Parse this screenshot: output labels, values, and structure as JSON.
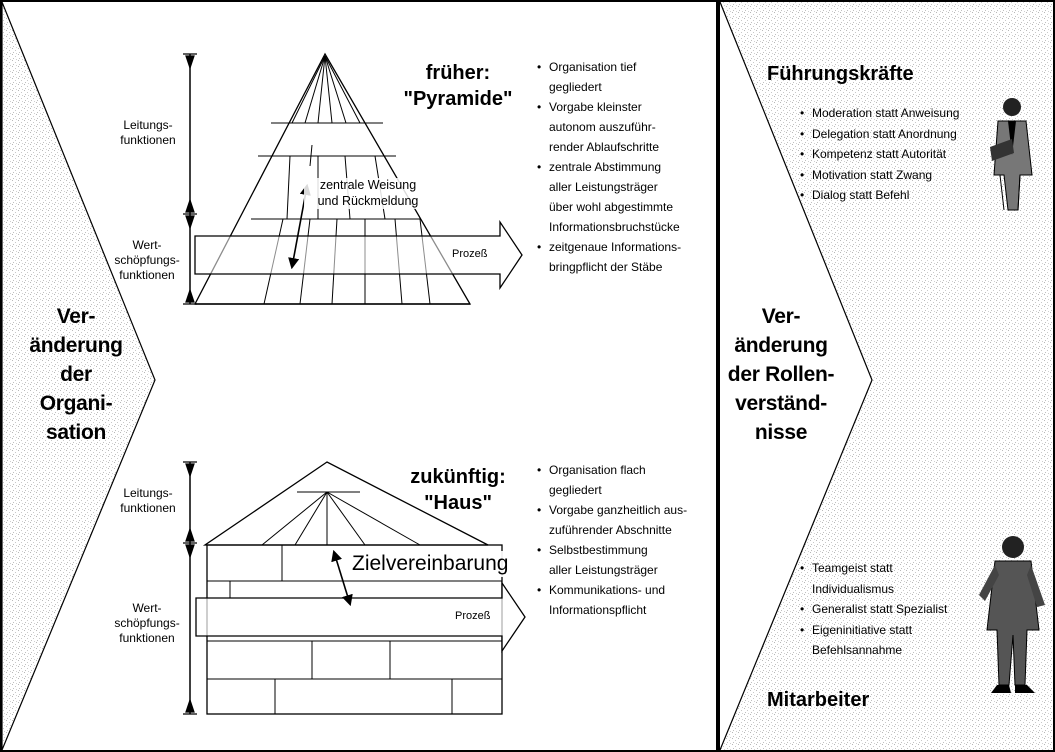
{
  "left_panel": {
    "main_label": [
      "Ver-",
      "änderung",
      "der",
      "Organi-",
      "sation"
    ],
    "pyramid": {
      "title_lines": [
        "früher:",
        "\"Pyramide\""
      ],
      "leitung_label": [
        "Leitungs-",
        "funktionen"
      ],
      "wert_label": [
        "Wert-",
        "schöpfungs-",
        "funktionen"
      ],
      "center_annotation": [
        "zentrale Weisung",
        "und Rückmeldung"
      ],
      "process_label": "Prozeß",
      "bullets": [
        [
          "Organisation tief",
          "gegliedert"
        ],
        [
          "Vorgabe kleinster",
          "autonom auszuführ-",
          "render Ablaufschritte"
        ],
        [
          "zentrale Abstimmung",
          "aller Leistungsträger",
          "über wohl abgestimmte",
          "Informationsbruchstücke"
        ],
        [
          "zeitgenaue Informations-",
          "bringpflicht der Stäbe"
        ]
      ]
    },
    "house": {
      "title_lines": [
        "zukünftig:",
        "\"Haus\""
      ],
      "leitung_label": [
        "Leitungs-",
        "funktionen"
      ],
      "wert_label": [
        "Wert-",
        "schöpfungs-",
        "funktionen"
      ],
      "center_annotation": "Zielvereinbarung",
      "process_label": "Prozeß",
      "bullets": [
        [
          "Organisation flach",
          "gegliedert"
        ],
        [
          "Vorgabe ganzheitlich aus-",
          "zuführender Abschnitte"
        ],
        [
          "Selbstbestimmung",
          "aller Leistungsträger"
        ],
        [
          "Kommunikations- und",
          "Informationspflicht"
        ]
      ]
    }
  },
  "right_panel": {
    "main_label": [
      "Ver-",
      "änderung",
      "der Rollen-",
      "verständ-",
      "nisse"
    ],
    "leaders": {
      "heading": "Führungskräfte",
      "bullets": [
        "Moderation statt Anweisung",
        "Delegation statt Anordnung",
        "Kompetenz statt Autorität",
        "Motivation statt Zwang",
        "Dialog statt Befehl"
      ]
    },
    "staff": {
      "heading": "Mitarbeiter",
      "bullets": [
        [
          "Teamgeist statt",
          "Individualismus"
        ],
        [
          "Generalist statt Spezialist"
        ],
        [
          "Eigeninitiative statt",
          "Befehlsannahme"
        ]
      ]
    }
  }
}
